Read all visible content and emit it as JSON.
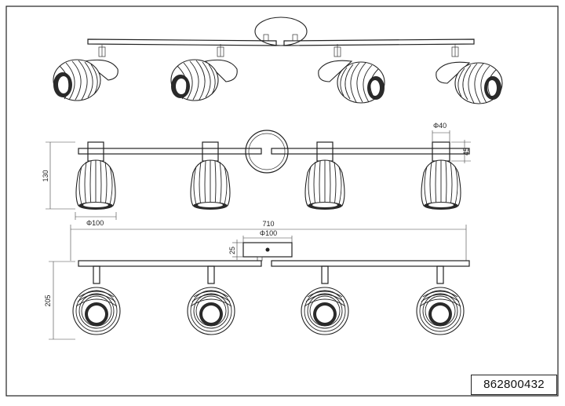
{
  "product_code": "862800432",
  "dimensions": {
    "shade_diameter": "Φ100",
    "arm_diameter": "Φ40",
    "arm_height": "45",
    "height_side": "130",
    "total_length": "710",
    "canopy_diameter": "Φ100",
    "canopy_height": "25",
    "total_height": "205"
  }
}
